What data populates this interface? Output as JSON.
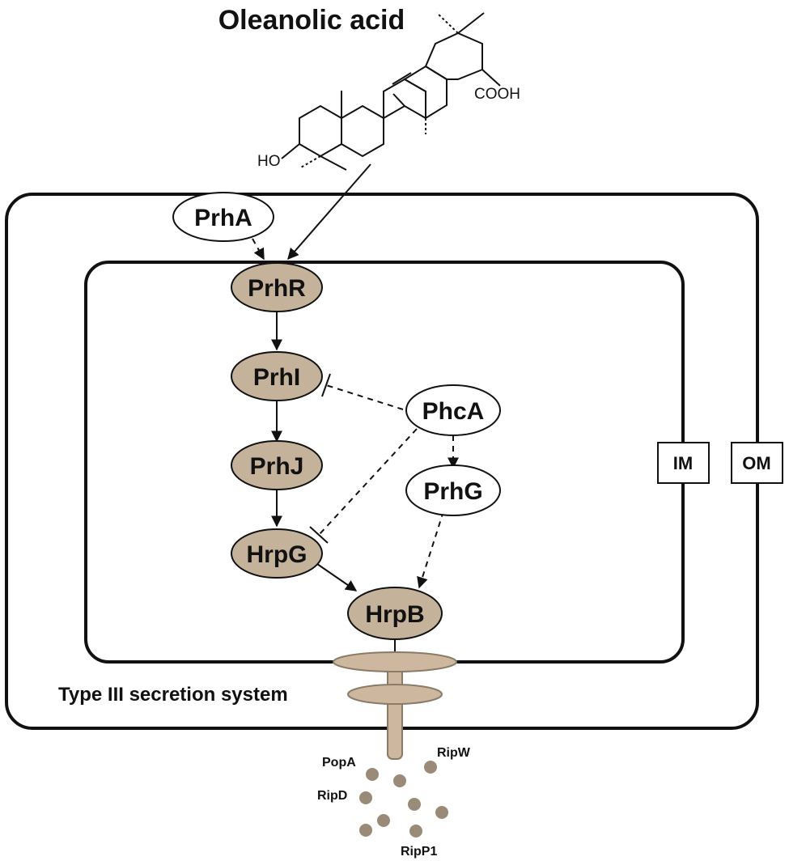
{
  "title": "Oleanolic acid",
  "chemical": {
    "hydroxyl_label": "HO",
    "carboxyl_label": "COOH"
  },
  "membranes": {
    "inner_label": "IM",
    "outer_label": "OM"
  },
  "nodes": {
    "prha": "PrhA",
    "prhr": "PrhR",
    "prhi": "PrhI",
    "prhj": "PrhJ",
    "hrpg": "HrpG",
    "hrpb": "HrpB",
    "phca": "PhcA",
    "prhg": "PrhG"
  },
  "secretion_label": "Type III secretion system",
  "effectors": {
    "popa": "PopA",
    "ripw": "RipW",
    "ripd": "RipD",
    "ripp1": "RipP1"
  },
  "colors": {
    "regulator_fill": "#c4b29b",
    "secretion_fill": "#cdb89f",
    "effector_fill": "#9a8a78",
    "line": "#111111"
  }
}
